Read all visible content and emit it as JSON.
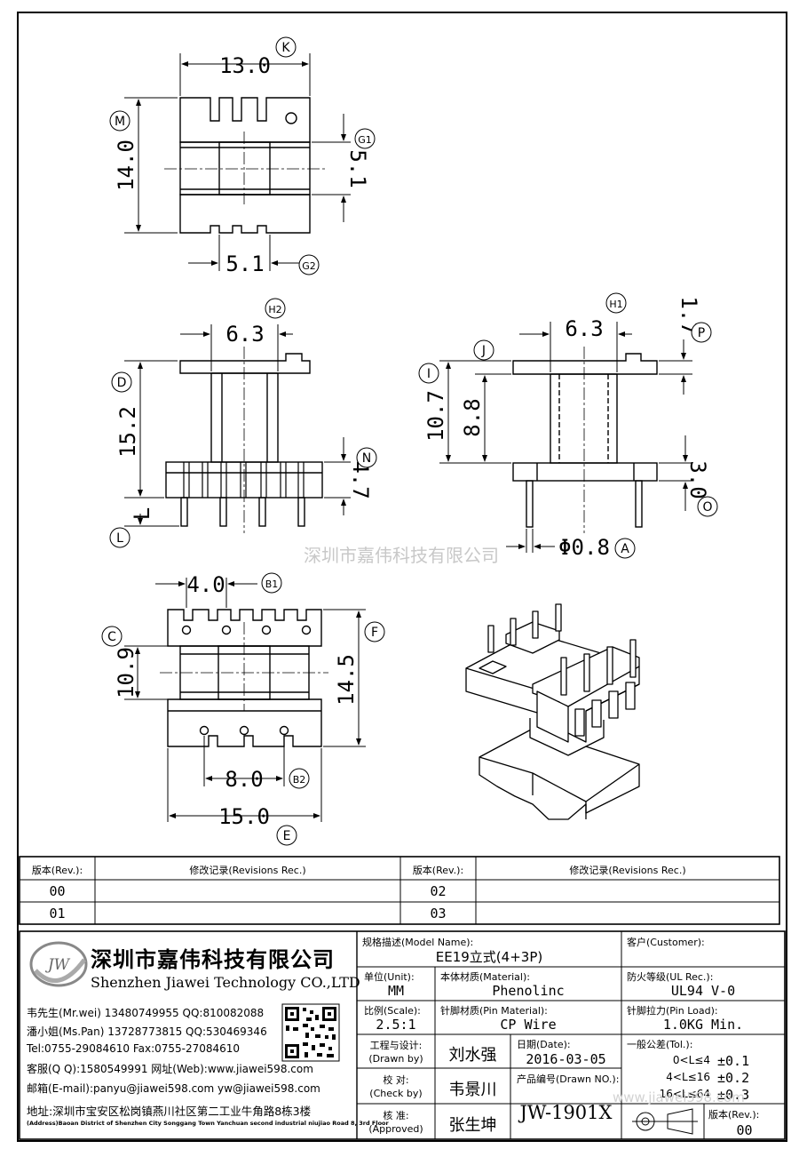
{
  "watermark": "深圳市嘉伟科技有限公司",
  "watermark_url": "www.jiawei598.com",
  "dimensions": {
    "top_width": "13.0",
    "top_height": "14.0",
    "top_window_v": "5.1",
    "top_window_h": "5.1",
    "front_core": "6.3",
    "front_height": "15.2",
    "front_base": "4.7",
    "side_core": "6.3",
    "side_flange": "1.7",
    "side_outer": "10.7",
    "side_inner": "8.8",
    "side_base": "3.0",
    "pin_dia": "Φ0.8",
    "bottom_pitch": "4.0",
    "bottom_inner": "10.9",
    "bottom_outer": "14.5",
    "bottom_pin_span": "8.0",
    "bottom_width": "15.0"
  },
  "labels": {
    "K": "K",
    "M": "M",
    "G1": "G1",
    "G2": "G2",
    "H2": "H2",
    "D": "D",
    "N": "N",
    "L": "L",
    "L_letter": "L",
    "H1": "H1",
    "P": "P",
    "J": "J",
    "I": "I",
    "O": "O",
    "A": "A",
    "B1": "B1",
    "C": "C",
    "F": "F",
    "B2": "B2",
    "E": "E"
  },
  "revision_table": {
    "h_rev": "版本(Rev.):",
    "h_rec": "修改记录(Revisions Rec.)",
    "rows": [
      {
        "rev": "00",
        "rev2": "02"
      },
      {
        "rev": "01",
        "rev2": "03"
      }
    ]
  },
  "company": {
    "logo": "JW",
    "name_cn": "深圳市嘉伟科技有限公司",
    "name_en": "Shenzhen Jiawei Technology CO.,LTD",
    "contacts": [
      "韦先生(Mr.wei) 13480749955 QQ:810082088",
      "潘小姐(Ms.Pan) 13728773815 QQ:530469346",
      "Tel:0755-29084610      Fax:0755-27084610",
      "客服(Q Q):1580549991   网址(Web):www.jiawei598.com",
      "邮箱(E-mail):panyu@jiawei598.com   yw@jiawei598.com"
    ],
    "address": "地址:深圳市宝安区松岗镇燕川社区第二工业牛角路8栋3楼",
    "address_en": "(Address)Baoan District of Shenzhen City Songgang Town Yanchuan  second industrial niujiao Road 8, 3rd Floor"
  },
  "title_block": {
    "model_label": "规格描述(Model Name):",
    "model_value": "EE19立式(4+3P)",
    "customer_label": "客户(Customer):",
    "unit_label": "单位(Unit):",
    "unit_value": "MM",
    "material_label": "本体材质(Material):",
    "material_value": "Phenolinc",
    "ul_label": "防火等级(UL Rec.):",
    "ul_value": "UL94 V-0",
    "scale_label": "比例(Scale):",
    "scale_value": "2.5:1",
    "pin_material_label": "针脚材质(Pin Material):",
    "pin_material_value": "CP Wire",
    "pin_load_label": "针脚拉力(Pin Load):",
    "pin_load_value": "1.0KG Min.",
    "drawn_label": "工程与设计:",
    "drawn_label_en": "(Drawn by)",
    "drawn_value": "刘水强",
    "date_label": "日期(Date):",
    "date_value": "2016-03-05",
    "check_label": "校  对:",
    "check_label_en": "(Check by)",
    "check_value": "韦景川",
    "drawn_no_label": "产品编号(Drawn NO.):",
    "drawn_no_value": "JW-1901X",
    "approve_label": "核  准:",
    "approve_label_en": "(Approved)",
    "approve_value": "张生坤",
    "tol_label": "一般公差(Tol.):",
    "tol_rows": [
      {
        "range": "0<L≤4",
        "tol": "±0.1"
      },
      {
        "range": "4<L≤16",
        "tol": "±0.2"
      },
      {
        "range": "16<L≤64",
        "tol": "±0.3"
      }
    ],
    "rev_label": "版本(Rev.):",
    "rev_value": "00"
  }
}
